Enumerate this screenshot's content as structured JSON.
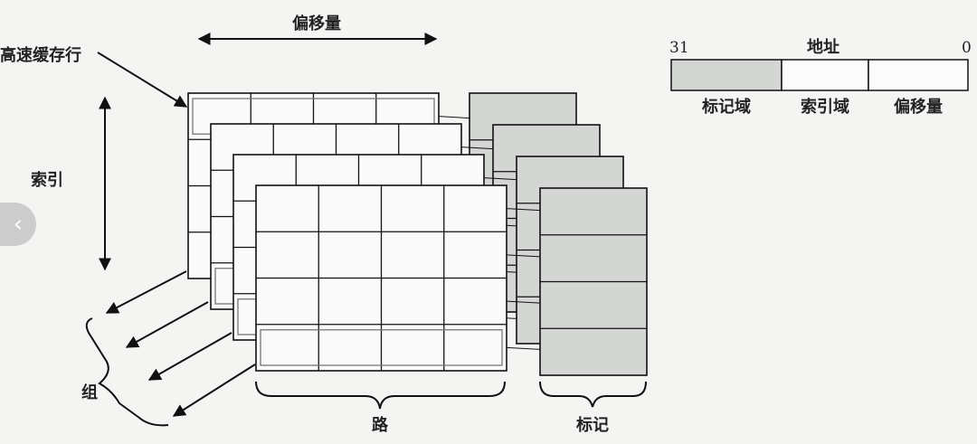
{
  "labels": {
    "offset_top": "偏移量",
    "cache_line": "高速缓存行",
    "index": "索引",
    "set": "组",
    "way": "路",
    "tag": "标记"
  },
  "address": {
    "title": "地址",
    "bit_high": "31",
    "bit_low": "0",
    "fields": [
      "标记域",
      "索引域",
      "偏移量"
    ]
  },
  "colors": {
    "tag_fill": "#d3d6d3",
    "line": "#111111"
  },
  "nav": {
    "prev_icon": "‹"
  }
}
